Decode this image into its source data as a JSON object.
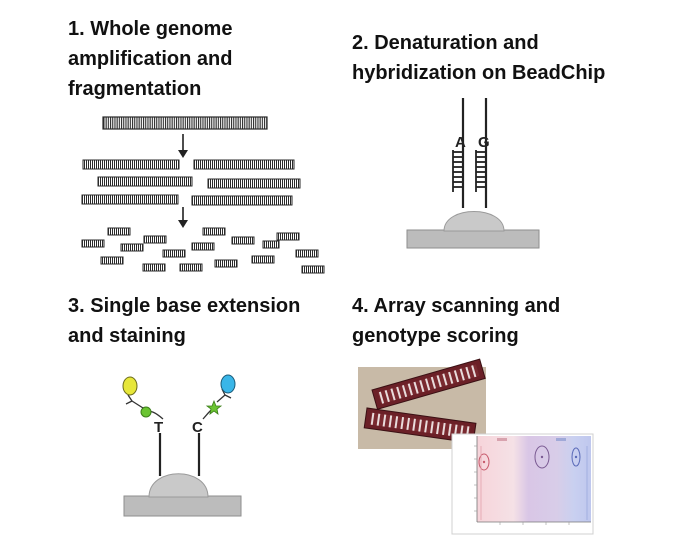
{
  "steps": [
    {
      "title": "1. Whole genome\namplification and\nfragmentation"
    },
    {
      "title": "2. Denaturation and\nhybridization on BeadChip"
    },
    {
      "title": "3. Single base extension\nand staining"
    },
    {
      "title": "4. Array scanning and\ngenotype scoring"
    }
  ],
  "hybridization_bases": [
    "A",
    "G"
  ],
  "extension_bases": [
    "T",
    "C"
  ],
  "colors": {
    "dna_strand": "#2a2a2a",
    "bead": "#c8c8c8",
    "chip_base": "#b9b9b9",
    "label_yellow": "#e7e73a",
    "label_cyan": "#3ab6e8",
    "label_green": "#6ac431",
    "chip_red": "#8a2a33",
    "plot_pink": "#f3c7cf",
    "plot_purple": "#cbb3dc",
    "plot_blue": "#b8c3ea"
  }
}
